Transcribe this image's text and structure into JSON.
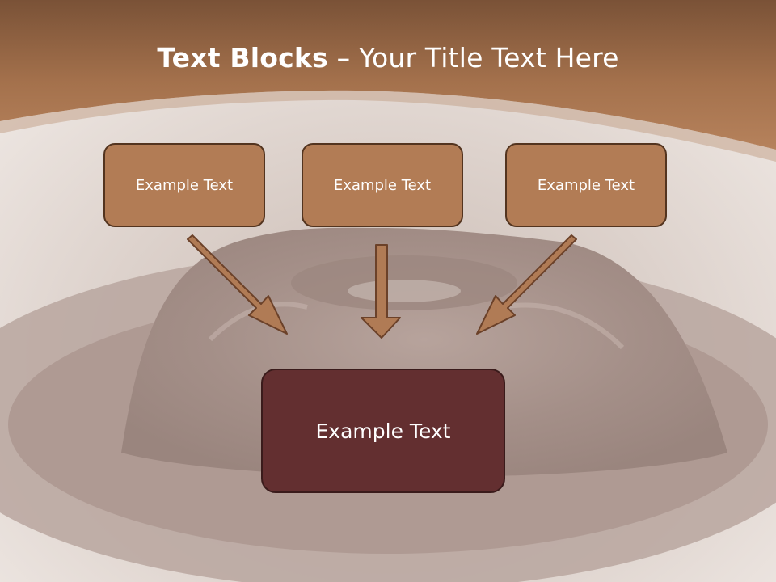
{
  "title": {
    "bold": "Text Blocks",
    "regular": " – Your Title Text Here"
  },
  "blocks": [
    {
      "label": "Example Text"
    },
    {
      "label": "Example Text"
    },
    {
      "label": "Example Text"
    }
  ],
  "target": {
    "label": "Example Text"
  },
  "colors": {
    "header": "#a9734e",
    "block_fill": "#b27c55",
    "block_border": "#53341f",
    "target_fill": "#632f30",
    "arrow_fill": "#b07b55",
    "arrow_stroke": "#6b4129"
  }
}
